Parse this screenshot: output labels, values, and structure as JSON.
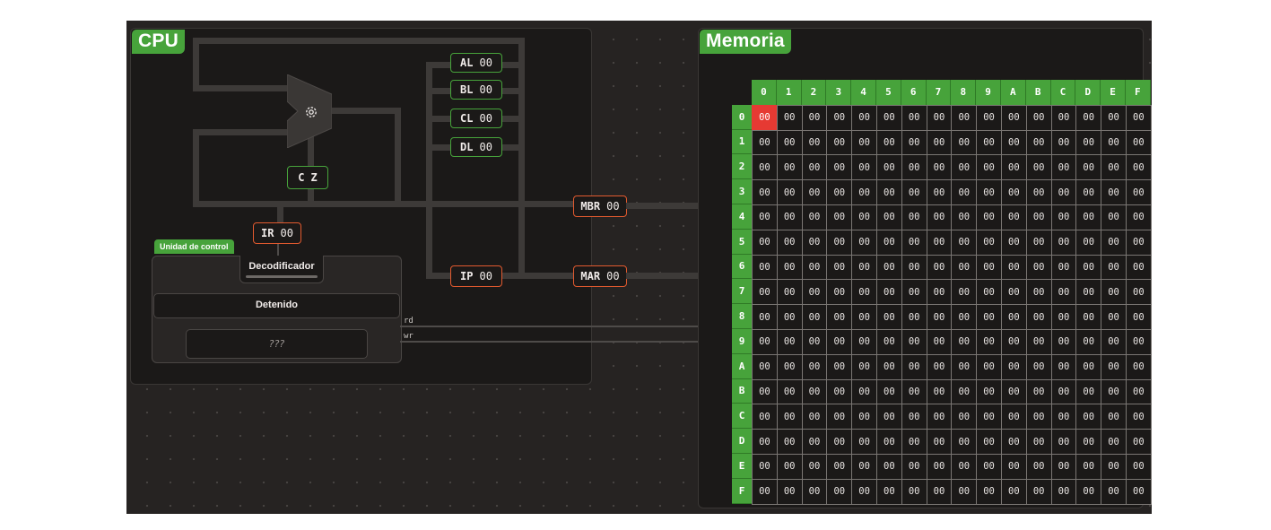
{
  "cpu": {
    "title": "CPU",
    "registers": {
      "al": {
        "name": "AL",
        "value": "00"
      },
      "bl": {
        "name": "BL",
        "value": "00"
      },
      "cl": {
        "name": "CL",
        "value": "00"
      },
      "dl": {
        "name": "DL",
        "value": "00"
      },
      "ir": {
        "name": "IR",
        "value": "00"
      },
      "ip": {
        "name": "IP",
        "value": "00"
      },
      "mbr": {
        "name": "MBR",
        "value": "00"
      },
      "mar": {
        "name": "MAR",
        "value": "00"
      }
    },
    "flags": {
      "carry": "C",
      "zero": "Z"
    },
    "alu_icon": "gear-icon",
    "control_unit": {
      "title": "Unidad de control",
      "decoder": "Decodificador",
      "status": "Detenido",
      "instruction": "???"
    },
    "signals": {
      "read": "rd",
      "write": "wr"
    }
  },
  "memory": {
    "title": "Memoria",
    "col_headers": [
      "0",
      "1",
      "2",
      "3",
      "4",
      "5",
      "6",
      "7",
      "8",
      "9",
      "A",
      "B",
      "C",
      "D",
      "E",
      "F"
    ],
    "row_headers": [
      "0",
      "1",
      "2",
      "3",
      "4",
      "5",
      "6",
      "7",
      "8",
      "9",
      "A",
      "B",
      "C",
      "D",
      "E",
      "F"
    ],
    "cell_value": "00",
    "selected_cell": {
      "row": 0,
      "col": 0
    }
  },
  "colors": {
    "accent_green": "#47a33b",
    "register_orange": "#e25a2f",
    "selected_red": "#e63a33",
    "background": "#262322"
  }
}
